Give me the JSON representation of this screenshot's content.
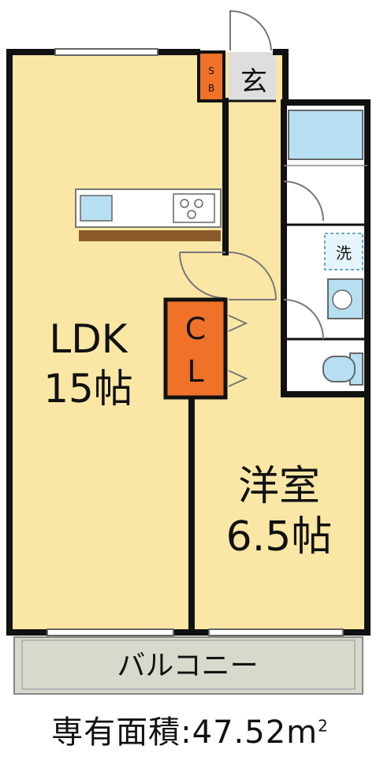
{
  "colors": {
    "floor": "#fbe7a5",
    "wall": "#111111",
    "accent": "#f07128",
    "wet_area": "#ffffff",
    "fixture": "#b6e0f2",
    "balcony": "#d8d8cc",
    "counter": "#8b5a2b",
    "entrance": "#dedede"
  },
  "rooms": {
    "ldk": {
      "name": "LDK",
      "size": "15帖"
    },
    "western": {
      "name": "洋室",
      "size": "6.5帖"
    },
    "closet": {
      "line1": "C",
      "line2": "L"
    },
    "shoe_box": {
      "line1": "S",
      "line2": "B"
    },
    "entrance": {
      "label": "玄"
    },
    "washer": {
      "label": "洗"
    },
    "balcony": {
      "label": "バルコニー"
    }
  },
  "footer": {
    "prefix": "専有面積:",
    "value": "47.52",
    "unit": "m",
    "unit_sup": "2"
  }
}
